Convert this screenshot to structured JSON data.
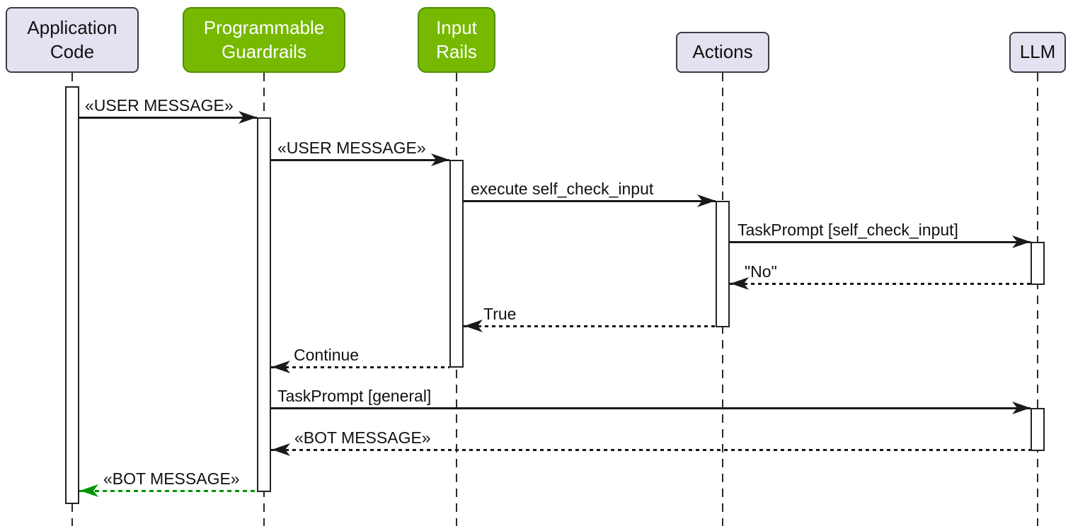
{
  "diagram": {
    "type": "uml-sequence-diagram",
    "participants": [
      {
        "name": "Application Code",
        "label": "Application\nCode",
        "style": "lavender"
      },
      {
        "name": "Programmable Guardrails",
        "label": "Programmable\nGuardrails",
        "style": "green"
      },
      {
        "name": "Input Rails",
        "label": "Input\nRails",
        "style": "green"
      },
      {
        "name": "Actions",
        "label": "Actions",
        "style": "lavender"
      },
      {
        "name": "LLM",
        "label": "LLM",
        "style": "lavender"
      }
    ],
    "messages": [
      {
        "from": "Application Code",
        "to": "Programmable Guardrails",
        "label": "«USER MESSAGE»",
        "line_style": "solid",
        "direction": "right"
      },
      {
        "from": "Programmable Guardrails",
        "to": "Input Rails",
        "label": "«USER MESSAGE»",
        "line_style": "solid",
        "direction": "right"
      },
      {
        "from": "Input Rails",
        "to": "Actions",
        "label": "execute self_check_input",
        "line_style": "solid",
        "direction": "right"
      },
      {
        "from": "Actions",
        "to": "LLM",
        "label": "TaskPrompt [self_check_input]",
        "line_style": "solid",
        "direction": "right"
      },
      {
        "from": "LLM",
        "to": "Actions",
        "label": "\"No\"",
        "line_style": "dashed",
        "direction": "left"
      },
      {
        "from": "Actions",
        "to": "Input Rails",
        "label": "True",
        "line_style": "dashed",
        "direction": "left"
      },
      {
        "from": "Input Rails",
        "to": "Programmable Guardrails",
        "label": "Continue",
        "line_style": "dashed",
        "direction": "left"
      },
      {
        "from": "Programmable Guardrails",
        "to": "LLM",
        "label": "TaskPrompt [general]",
        "line_style": "solid",
        "direction": "right"
      },
      {
        "from": "LLM",
        "to": "Programmable Guardrails",
        "label": "«BOT MESSAGE»",
        "line_style": "dashed",
        "direction": "left"
      },
      {
        "from": "Programmable Guardrails",
        "to": "Application Code",
        "label": "«BOT MESSAGE»",
        "line_style": "dashed",
        "direction": "left",
        "arrow_color": "#009400"
      }
    ],
    "colors": {
      "participant_fill": "#e2e2f0",
      "participant_border": "#3c3c46",
      "highlight_fill": "#76b900",
      "highlight_border": "#4e8f00",
      "highlight_text": "#ffffff",
      "arrow": "#1a1a1a",
      "green_return_arrow": "#009400",
      "activation_fill": "#ffffff",
      "background": "#ffffff"
    }
  }
}
